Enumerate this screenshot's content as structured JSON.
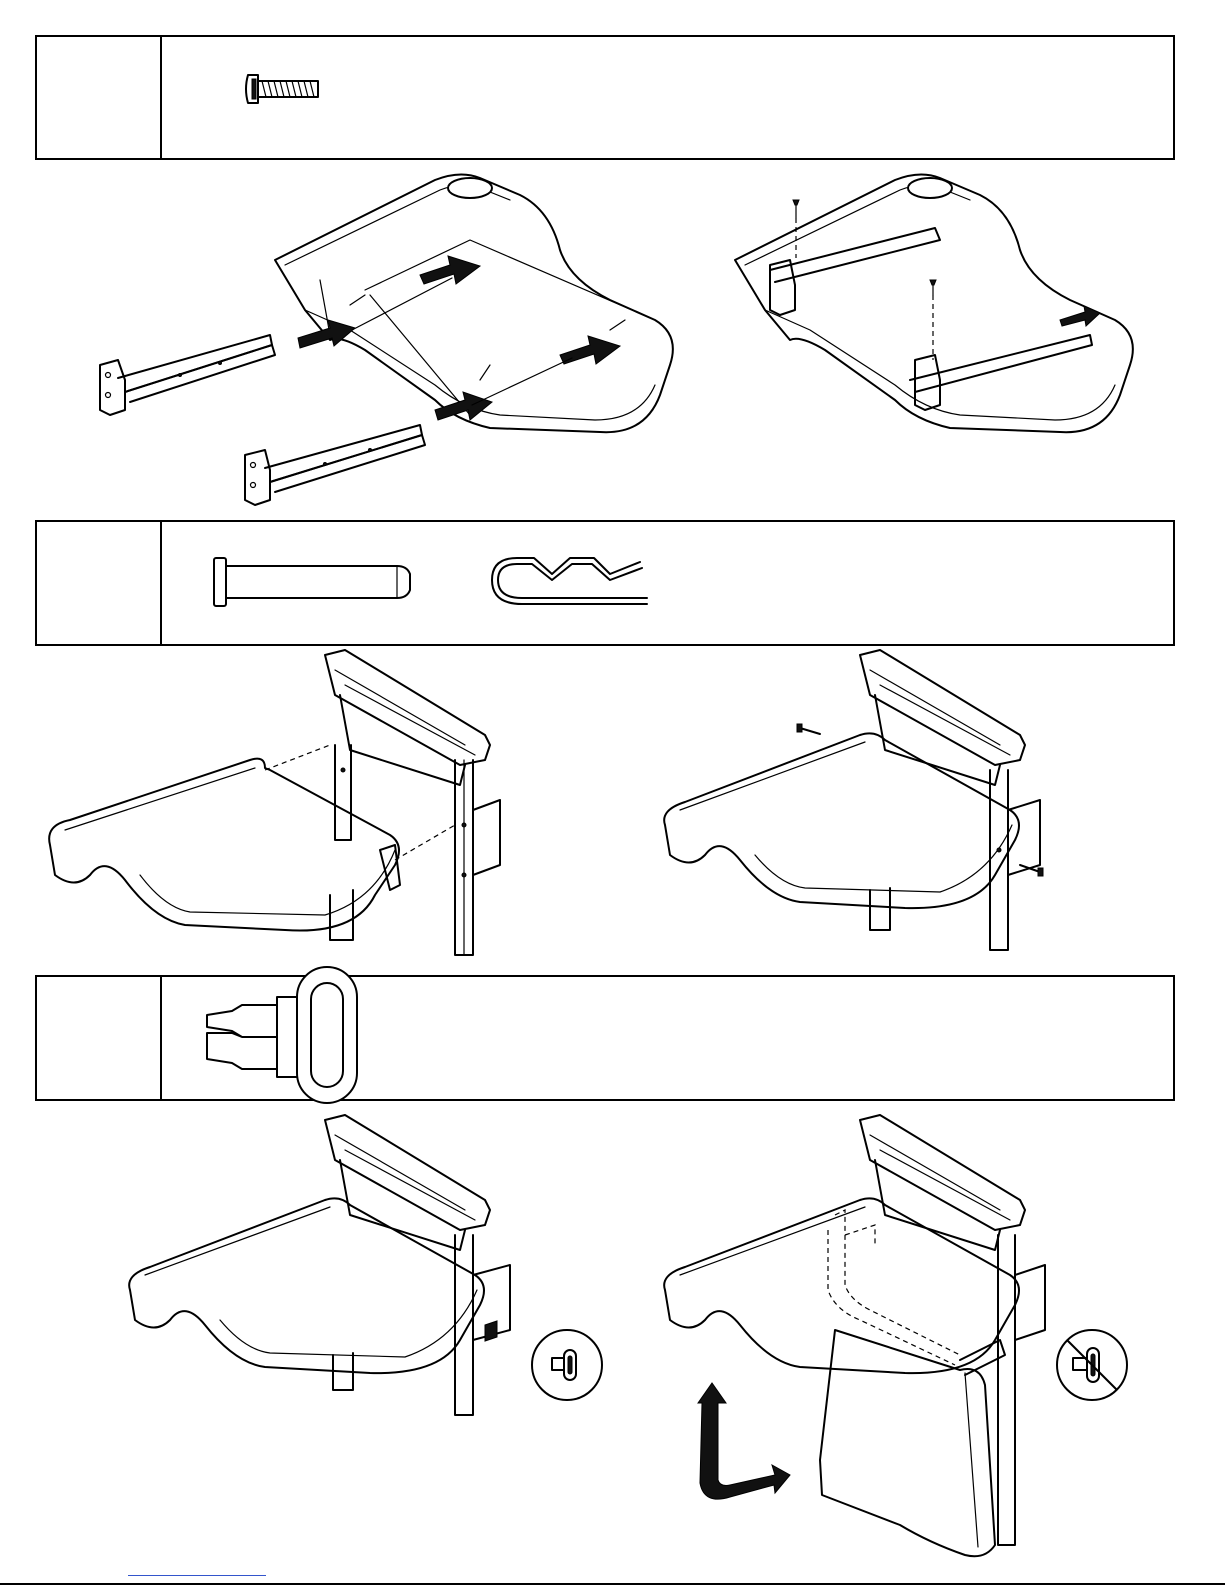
{
  "steps": [
    {
      "id": "step-1",
      "parts": [
        "screw"
      ]
    },
    {
      "id": "step-2",
      "parts": [
        "clevis-pin",
        "hairpin-cotter"
      ]
    },
    {
      "id": "step-3",
      "parts": [
        "locking-pull-pin"
      ]
    }
  ],
  "callouts": {
    "pin-inserted": "allowed",
    "pin-removed": "prohibited"
  },
  "colors": {
    "line": "#000000",
    "background": "#ffffff",
    "arrow_fill": "#111111"
  }
}
